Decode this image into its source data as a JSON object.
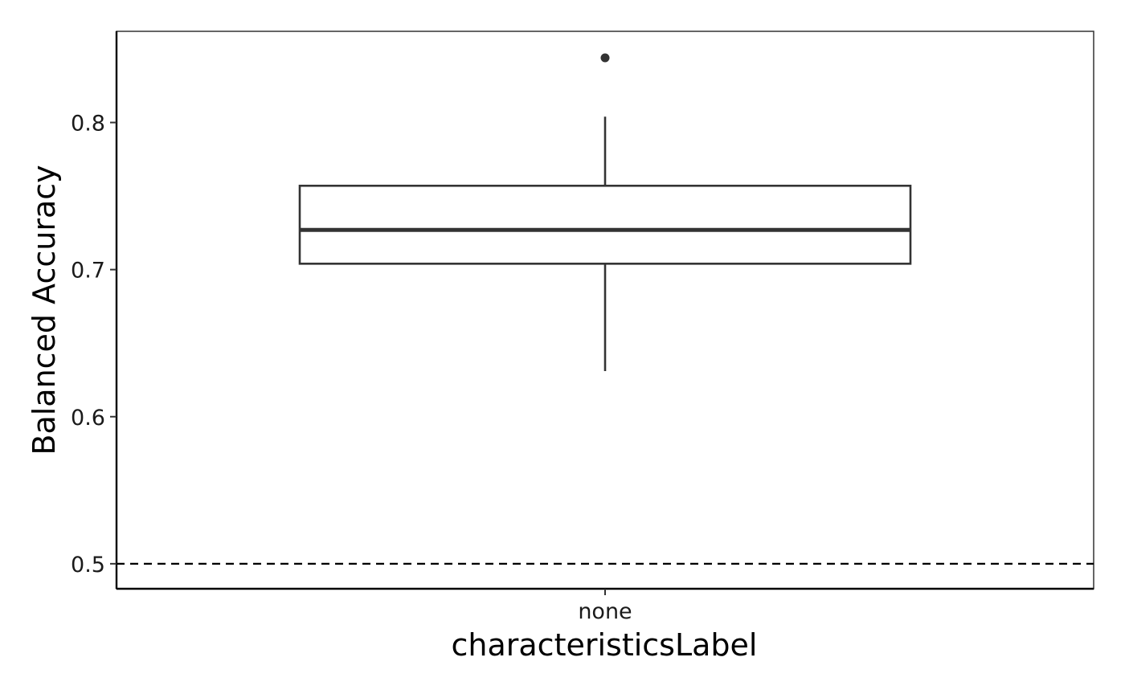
{
  "chart_data": {
    "type": "box",
    "xlabel": "characteristicsLabel",
    "ylabel": "Balanced Accuracy",
    "categories": [
      "none"
    ],
    "boxes": [
      {
        "category": "none",
        "whisker_low": 0.631,
        "q1": 0.704,
        "median": 0.727,
        "q3": 0.757,
        "whisker_high": 0.804,
        "outliers": [
          0.844
        ]
      }
    ],
    "ylim": [
      0.483,
      0.862
    ],
    "y_ticks": [
      0.5,
      0.6,
      0.7,
      0.8
    ],
    "y_tick_labels": [
      "0.5",
      "0.6",
      "0.7",
      "0.8"
    ],
    "reference_line": {
      "y": 0.5,
      "style": "dashed"
    },
    "grid": false,
    "legend": "none",
    "colors": {
      "box_stroke": "#333333",
      "box_fill": "#ffffff",
      "axis": "#000000",
      "reference": "#000000"
    }
  }
}
